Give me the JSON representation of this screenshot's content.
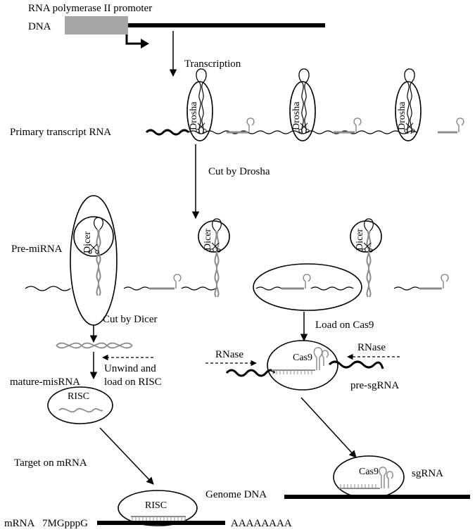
{
  "labels": {
    "promoter": "RNA polymerase II promoter",
    "dna": "DNA",
    "transcription": "Transcription",
    "primary_transcript": "Primary transcript RNA",
    "cut_drosha": "Cut by Drosha",
    "pre_mirna": "Pre-miRNA",
    "cut_dicer": "Cut by Dicer",
    "load_cas9": "Load on Cas9",
    "rnase_left": "RNase",
    "rnase_right": "RNase",
    "unwind_1": "Unwind and",
    "unwind_2": "load on RISC",
    "mature": "mature-misRNA",
    "pre_sgrna": "pre-sgRNA",
    "target_mrna": "Target on mRNA",
    "genome_dna": "Genome DNA",
    "sgrna": "sgRNA",
    "mrna": "mRNA",
    "cap": "7MGpppG",
    "polya": "AAAAAAAA"
  },
  "enzymes": {
    "drosha": "Drosha",
    "dicer": "Dicer",
    "risc": "RISC",
    "cas9": "Cas9"
  },
  "colors": {
    "ink": "#000000",
    "promoter_fill": "#a6a6a6",
    "rna_grey": "#8c8c8c"
  }
}
